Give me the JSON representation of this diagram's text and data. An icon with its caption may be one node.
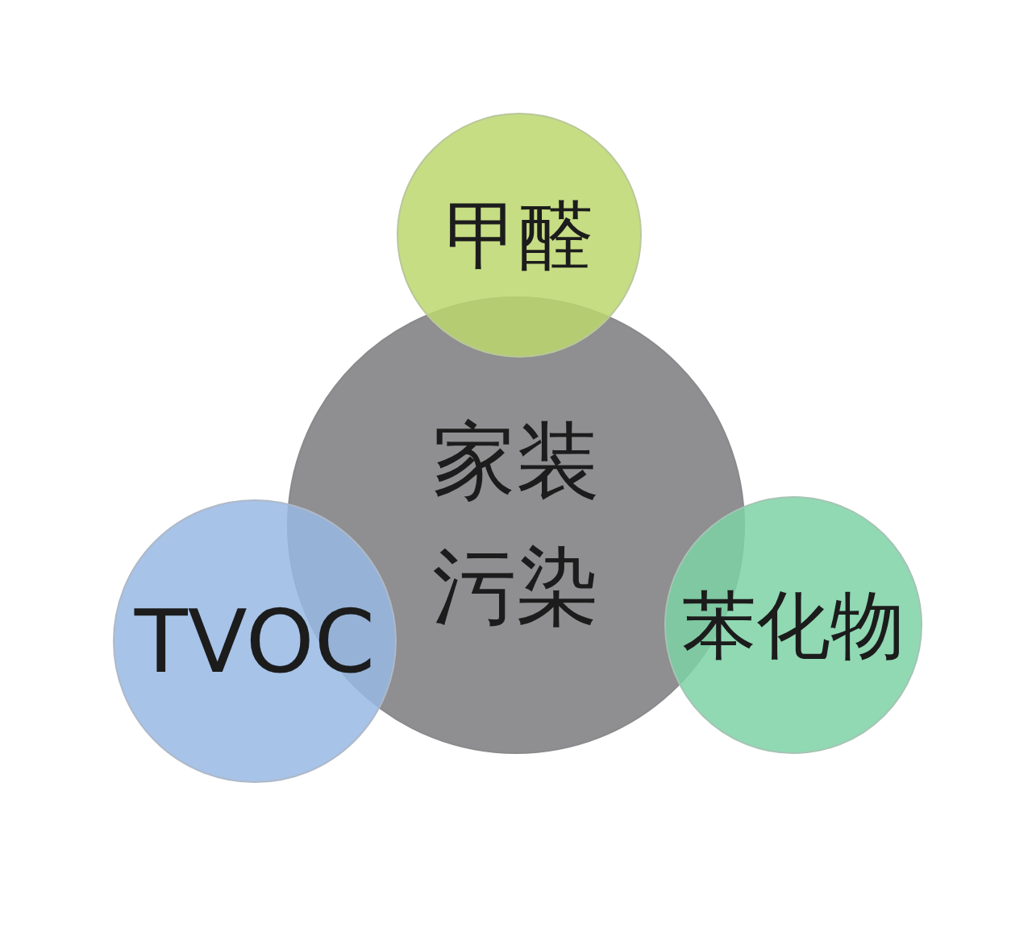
{
  "diagram": {
    "nodes": [
      {
        "text": [
          "甲醛"
        ]
      },
      {
        "text": [
          "家装污染"
        ]
      },
      {
        "text": [
          "TVOC"
        ]
      },
      {
        "text": [
          "苯化物"
        ]
      }
    ]
  }
}
